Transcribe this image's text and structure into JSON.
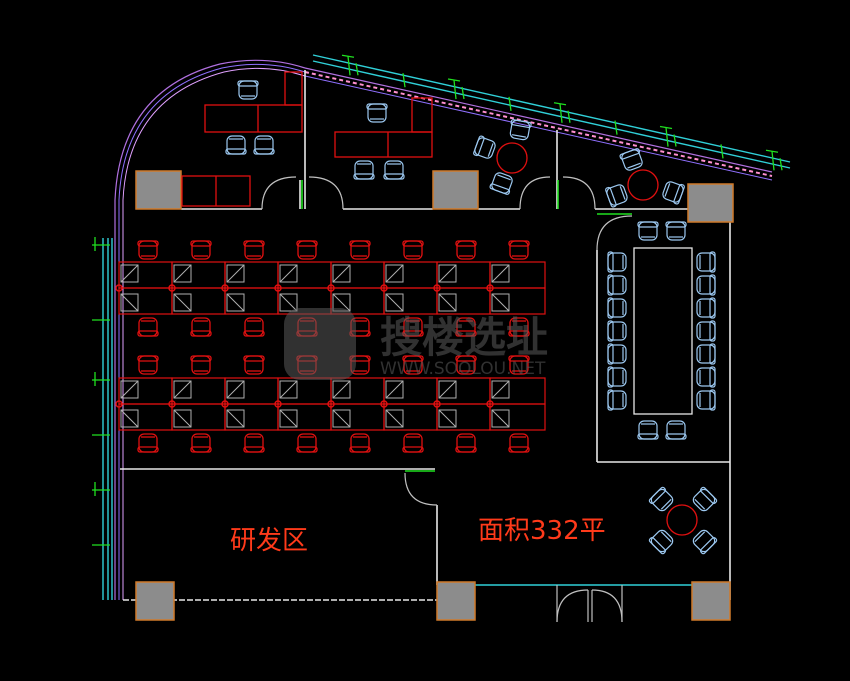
{
  "labels": {
    "dev_area": "研发区",
    "area": "面积332平"
  },
  "watermark": {
    "brand": "搜楼选址",
    "url": "WWW.SOOLOU.NET"
  },
  "colors": {
    "wall": "#e8e8e8",
    "furniture_red": "#e01010",
    "chair_blue": "#9cc8f0",
    "window_cyan": "#30d0d8",
    "plant_green": "#20e020",
    "column": "#8c8c8c",
    "label": "#ff3a1a"
  }
}
